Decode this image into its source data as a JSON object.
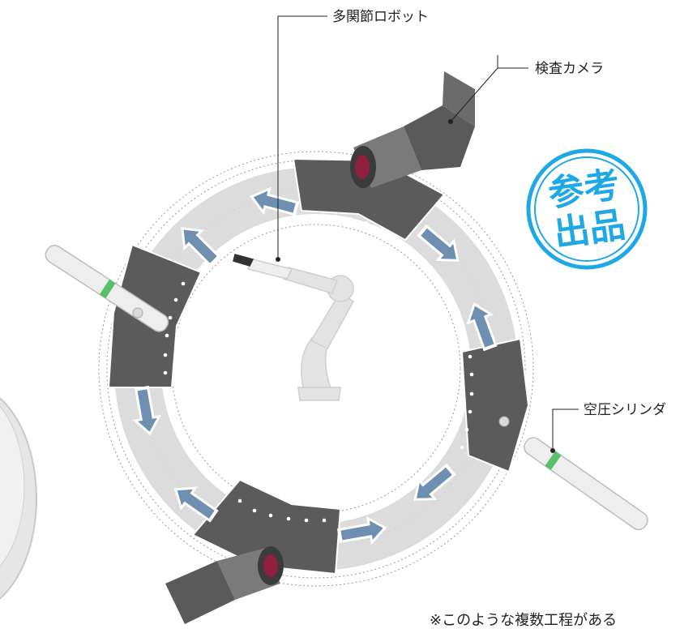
{
  "labels": {
    "robot": "多関節ロボット",
    "camera": "検査カメラ",
    "cylinder": "空圧シリンダ",
    "note": "※このような複数工程がある"
  },
  "badge": {
    "line1": "参考",
    "line2": "出品"
  },
  "colors": {
    "segment": "#5b5b5b",
    "arrow": "#6f8fb0",
    "track": "#d9d9d9",
    "badge": "#1ea9e6",
    "cylinder_band": "#56c16a"
  }
}
